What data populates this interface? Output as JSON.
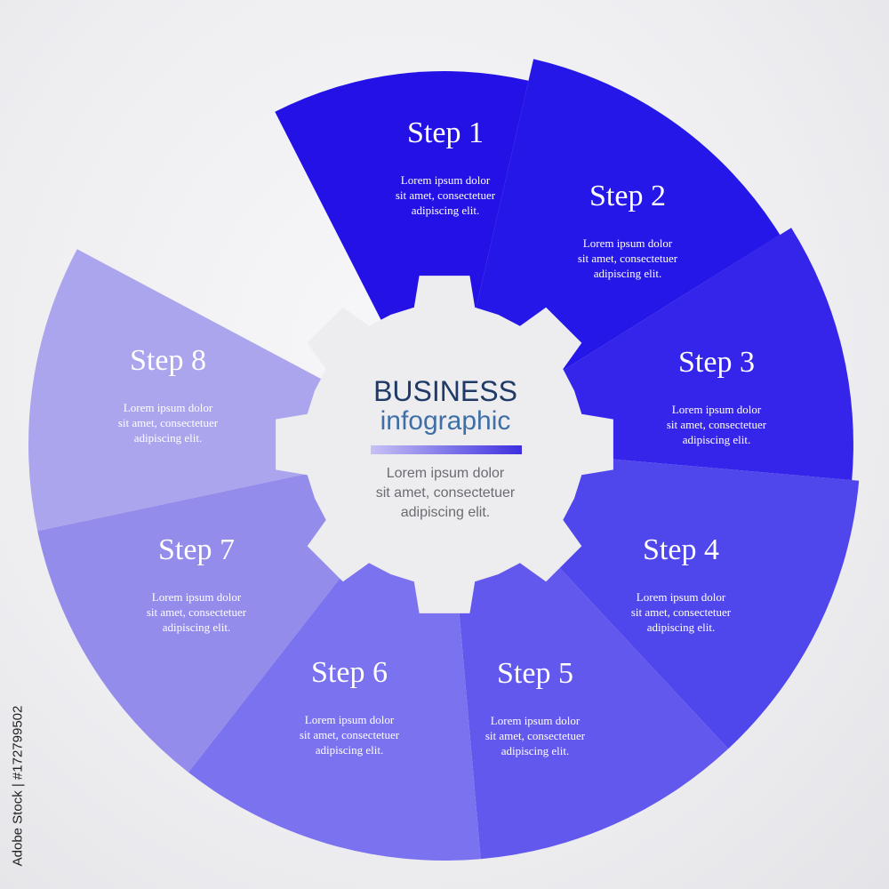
{
  "steps": [
    {
      "title": "Step 1",
      "body": [
        "Lorem ipsum dolor",
        "sit amet, consectetuer",
        "adipiscing elit."
      ],
      "color": "#2311e6"
    },
    {
      "title": "Step 2",
      "body": [
        "Lorem ipsum dolor",
        "sit amet, consectetuer",
        "adipiscing elit."
      ],
      "color": "#2517e8"
    },
    {
      "title": "Step 3",
      "body": [
        "Lorem ipsum dolor",
        "sit amet, consectetuer",
        "adipiscing elit."
      ],
      "color": "#3525ea"
    },
    {
      "title": "Step 4",
      "body": [
        "Lorem ipsum dolor",
        "sit amet, consectetuer",
        "adipiscing elit."
      ],
      "color": "#4f46ec"
    },
    {
      "title": "Step 5",
      "body": [
        "Lorem ipsum dolor",
        "sit amet, consectetuer",
        "adipiscing elit."
      ],
      "color": "#6358ee"
    },
    {
      "title": "Step 6",
      "body": [
        "Lorem ipsum dolor",
        "sit amet, consectetuer",
        "adipiscing elit."
      ],
      "color": "#7b72ef"
    },
    {
      "title": "Step 7",
      "body": [
        "Lorem ipsum dolor",
        "sit amet, consectetuer",
        "adipiscing elit."
      ],
      "color": "#938ceb"
    },
    {
      "title": "Step 8",
      "body": [
        "Lorem ipsum dolor",
        "sit amet, consectetuer",
        "adipiscing elit."
      ],
      "color": "#aaa5ec"
    }
  ],
  "center": {
    "heading": "BUSINESS",
    "subheading": "infographic",
    "body": [
      "Lorem ipsum dolor",
      "sit amet, consectetuer",
      "adipiscing elit."
    ],
    "underline_color": "#3d2fe0",
    "gear_color": "#ededf0"
  },
  "stock_id": "Adobe Stock | #172799502"
}
